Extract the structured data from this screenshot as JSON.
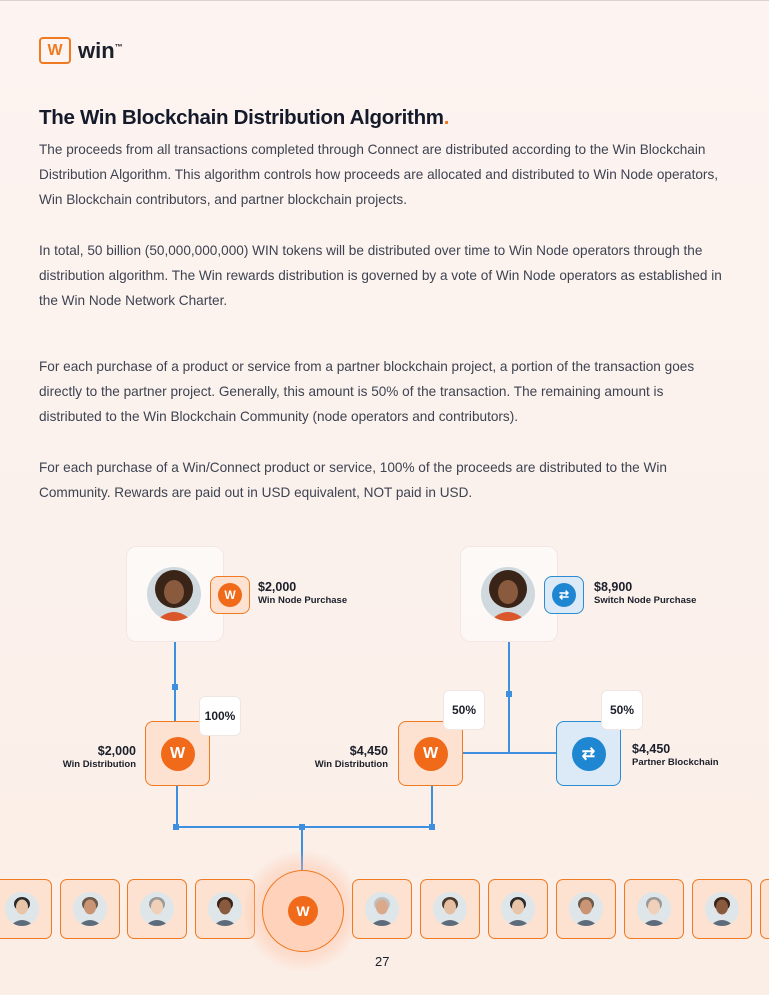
{
  "brand": {
    "logo_mark": "W",
    "name": "win",
    "tm": "™"
  },
  "heading": {
    "title": "The Win Blockchain Distribution Algorithm",
    "dot": "."
  },
  "paragraphs": [
    "The proceeds from all transactions completed through Connect are distributed according to the Win Blockchain Distribution Algorithm.  This algorithm controls how proceeds are allocated and distributed to Win Node operators, Win Blockchain contributors, and partner blockchain projects.",
    "In total, 50 billion (50,000,000,000) WIN tokens will be distributed over time to Win Node operators through the distribution algorithm. The Win rewards distribution is governed by a vote of Win Node operators as established in the Win Node Network Charter.",
    "For each purchase of a product or service from a partner blockchain project, a portion of the transaction goes directly to the partner project. Generally, this amount is 50% of the transaction. The remaining amount is distributed to the Win Blockchain Community (node operators and contributors).",
    "For each purchase of a Win/Connect product or service, 100% of the proceeds are distributed to the Win Community. Rewards are paid out in USD equivalent, NOT paid in USD."
  ],
  "diagram": {
    "left_purchase": {
      "amount": "$2,000",
      "label": "Win Node Purchase",
      "icon": "win-logo-icon"
    },
    "right_purchase": {
      "amount": "$8,900",
      "label": "Switch Node Purchase",
      "icon": "swap-arrows-icon"
    },
    "left_distribution": {
      "amount": "$2,000",
      "label": "Win Distribution",
      "percent": "100%"
    },
    "mid_distribution": {
      "amount": "$4,450",
      "label": "Win Distribution",
      "percent": "50%"
    },
    "partner": {
      "amount": "$4,450",
      "label": "Partner Blockchain",
      "percent": "50%"
    },
    "colors": {
      "orange": "#f07a22",
      "blue": "#2b8bd3",
      "line": "#3f8fe0"
    }
  },
  "community_mark": "W",
  "page_number": "27"
}
